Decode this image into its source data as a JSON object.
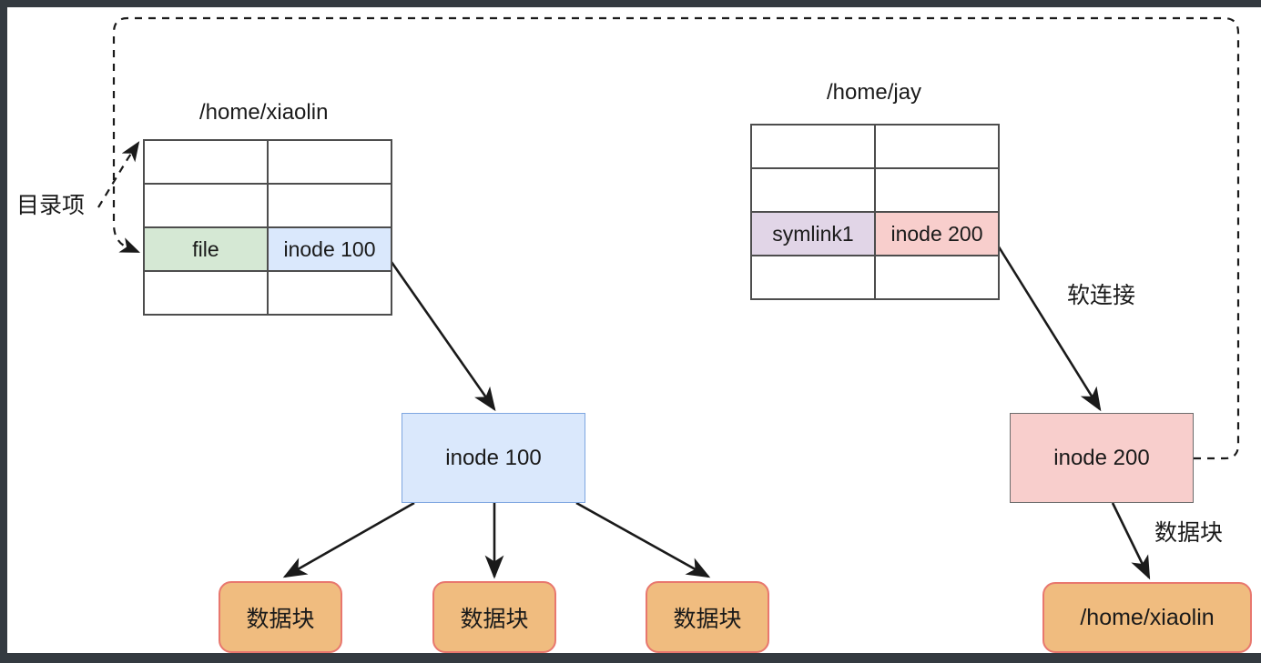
{
  "diagram": {
    "title_left": "/home/xiaolin",
    "title_right": "/home/jay",
    "labels": {
      "directory_entry": "目录项",
      "soft_link": "软连接",
      "data_block_label": "数据块"
    },
    "tables": {
      "xiaolin": {
        "caption": "/home/xiaolin",
        "rows": [
          {
            "name": "",
            "inode": ""
          },
          {
            "name": "",
            "inode": ""
          },
          {
            "name": "file",
            "inode": "inode 100",
            "name_color": "#d5e8d4",
            "inode_color": "#dae8fc"
          },
          {
            "name": "",
            "inode": ""
          }
        ]
      },
      "jay": {
        "caption": "/home/jay",
        "rows": [
          {
            "name": "",
            "inode": ""
          },
          {
            "name": "",
            "inode": ""
          },
          {
            "name": "symlink1",
            "inode": "inode 200",
            "name_color": "#e1d5e7",
            "inode_color": "#f8cecc"
          },
          {
            "name": "",
            "inode": ""
          }
        ]
      }
    },
    "nodes": {
      "inode100": "inode 100",
      "inode200": "inode 200",
      "datablock1": "数据块",
      "datablock2": "数据块",
      "datablock3": "数据块",
      "target_path": "/home/xiaolin"
    },
    "colors": {
      "green": "#d5e8d4",
      "blue": "#dae8fc",
      "purple": "#e1d5e7",
      "pink": "#f8cecc",
      "orange": "#f0bc7f",
      "orange_border": "#e8776e",
      "stroke": "#1a1a1a",
      "frame": "#343a40"
    }
  }
}
